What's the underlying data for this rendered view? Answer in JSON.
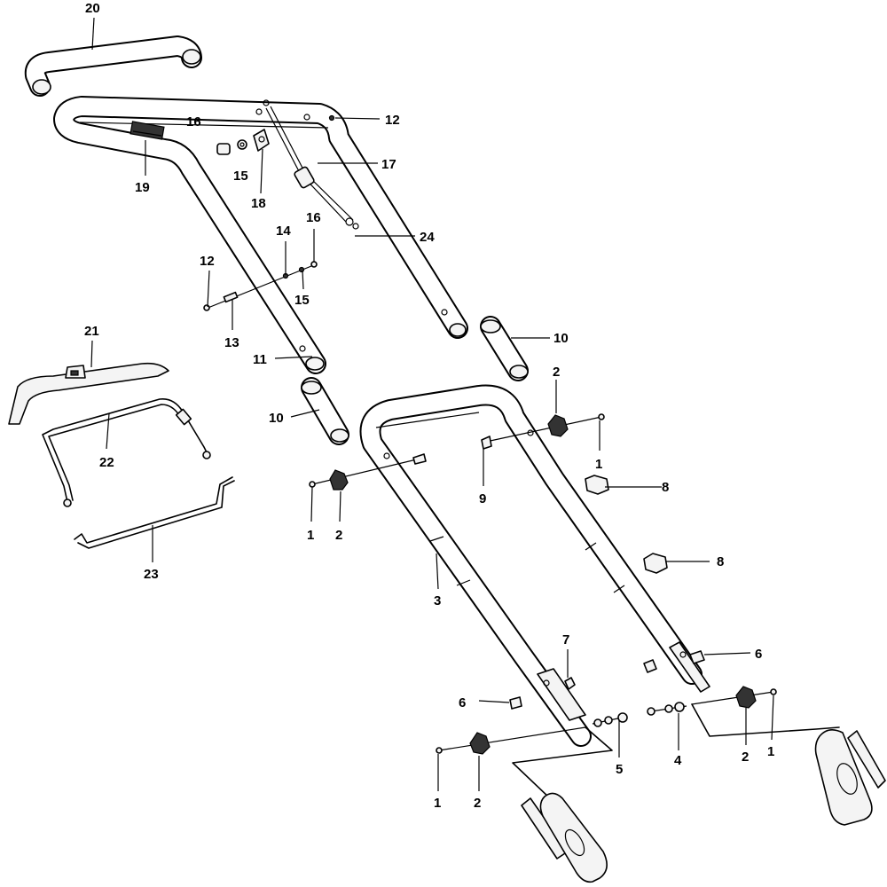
{
  "callouts": [
    {
      "id": "c20",
      "label": "20"
    },
    {
      "id": "c12a",
      "label": "12"
    },
    {
      "id": "c16a",
      "label": "16"
    },
    {
      "id": "c17",
      "label": "17"
    },
    {
      "id": "c15a",
      "label": "15"
    },
    {
      "id": "c19",
      "label": "19"
    },
    {
      "id": "c18",
      "label": "18"
    },
    {
      "id": "c24",
      "label": "24"
    },
    {
      "id": "c16b",
      "label": "16"
    },
    {
      "id": "c14",
      "label": "14"
    },
    {
      "id": "c12b",
      "label": "12"
    },
    {
      "id": "c15b",
      "label": "15"
    },
    {
      "id": "c13",
      "label": "13"
    },
    {
      "id": "c21",
      "label": "21"
    },
    {
      "id": "c10a",
      "label": "10"
    },
    {
      "id": "c11",
      "label": "11"
    },
    {
      "id": "c2a",
      "label": "2"
    },
    {
      "id": "c10b",
      "label": "10"
    },
    {
      "id": "c22",
      "label": "22"
    },
    {
      "id": "c1a",
      "label": "1"
    },
    {
      "id": "c9",
      "label": "9"
    },
    {
      "id": "c8a",
      "label": "8"
    },
    {
      "id": "c1b",
      "label": "1"
    },
    {
      "id": "c2b",
      "label": "2"
    },
    {
      "id": "c23",
      "label": "23"
    },
    {
      "id": "c8b",
      "label": "8"
    },
    {
      "id": "c3",
      "label": "3"
    },
    {
      "id": "c7",
      "label": "7"
    },
    {
      "id": "c6a",
      "label": "6"
    },
    {
      "id": "c6b",
      "label": "6"
    },
    {
      "id": "c5",
      "label": "5"
    },
    {
      "id": "c4",
      "label": "4"
    },
    {
      "id": "c2c",
      "label": "2"
    },
    {
      "id": "c1c",
      "label": "1"
    },
    {
      "id": "c1d",
      "label": "1"
    },
    {
      "id": "c2d",
      "label": "2"
    }
  ]
}
